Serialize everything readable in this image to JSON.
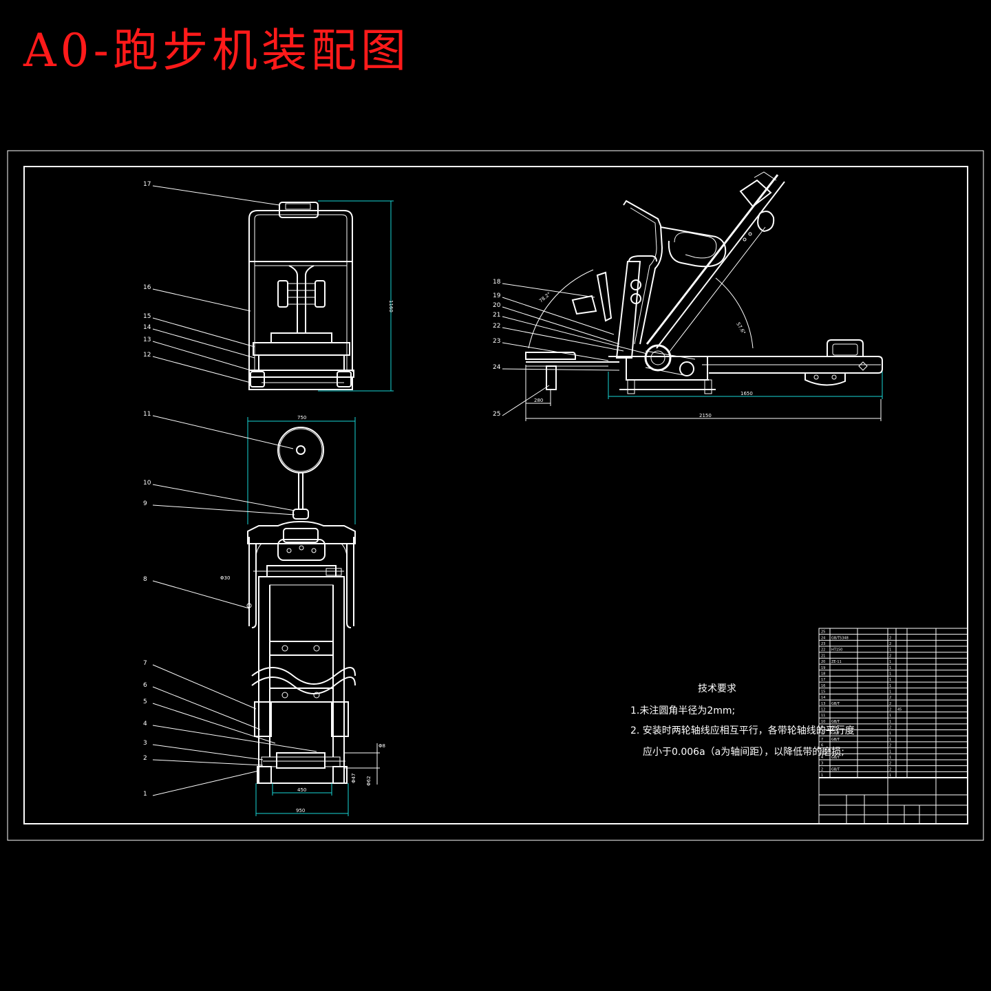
{
  "title": "A0-跑步机装配图",
  "front_view": {
    "label": "17",
    "balloons": [
      "16",
      "15",
      "14",
      "13",
      "12"
    ],
    "height_dim": "1160"
  },
  "top_view": {
    "balloons": [
      "11",
      "10",
      "9",
      "8",
      "7",
      "6",
      "5",
      "4",
      "3",
      "2",
      "1"
    ],
    "width_dim": "750",
    "belt_width_dim": "450",
    "total_width_dim": "950",
    "shaft_dia": "Φ30",
    "pin_dia": "Φ8",
    "roller_dia_1": "Φ47",
    "roller_dia_2": "Φ62"
  },
  "side_view": {
    "balloons": [
      "18",
      "19",
      "20",
      "21",
      "22",
      "23",
      "24",
      "25"
    ],
    "length_dim": "1650",
    "total_dim": "2150",
    "offset_dim": "280",
    "angle_1": "78.2°",
    "angle_2": "57.6°"
  },
  "notes": {
    "heading": "技术要求",
    "line1": "1.未注圆角半径为2mm;",
    "line2": "2. 安装时两轮轴线应相互平行，各带轮轴线的平行度",
    "line3": "应小于0.006a（a为轴间距），以降低带的磨损;"
  },
  "parts_table": {
    "rows": [
      [
        "25",
        "",
        "",
        "",
        "",
        ""
      ],
      [
        "24",
        "GB/T5348",
        "",
        "2",
        "",
        ""
      ],
      [
        "23",
        "",
        "",
        "2",
        "",
        ""
      ],
      [
        "22",
        "HT150",
        "",
        "1",
        "",
        ""
      ],
      [
        "21",
        "",
        "",
        "2",
        "",
        ""
      ],
      [
        "20",
        "ZE-11",
        "",
        "1",
        "",
        ""
      ],
      [
        "19",
        "",
        "",
        "1",
        "",
        ""
      ],
      [
        "18",
        "",
        "",
        "1",
        "",
        ""
      ],
      [
        "17",
        "",
        "",
        "1",
        "",
        ""
      ],
      [
        "16",
        "",
        "",
        "1",
        "",
        ""
      ],
      [
        "15",
        "",
        "",
        "1",
        "",
        ""
      ],
      [
        "14",
        "",
        "",
        "2",
        "",
        ""
      ],
      [
        "13",
        "GB/T",
        "",
        "2",
        "",
        ""
      ],
      [
        "12",
        "",
        "",
        "2",
        "45",
        ""
      ],
      [
        "11",
        "",
        "",
        "1",
        "",
        ""
      ],
      [
        "10",
        "GB/T",
        "",
        "1",
        "",
        ""
      ],
      [
        "9",
        "GB/T",
        "",
        "2",
        "",
        ""
      ],
      [
        "8",
        "GB/T",
        "",
        "1",
        "",
        ""
      ],
      [
        "7",
        "GB/T",
        "",
        "1",
        "",
        ""
      ],
      [
        "6",
        "",
        "",
        "2",
        "",
        ""
      ],
      [
        "5",
        "",
        "",
        "1",
        "",
        ""
      ],
      [
        "4",
        "GB/T",
        "",
        "1",
        "",
        ""
      ],
      [
        "3",
        "",
        "",
        "2",
        "",
        ""
      ],
      [
        "2",
        "GB/T",
        "",
        "2",
        "",
        ""
      ],
      [
        "1",
        "",
        "",
        "1",
        "",
        ""
      ]
    ]
  }
}
